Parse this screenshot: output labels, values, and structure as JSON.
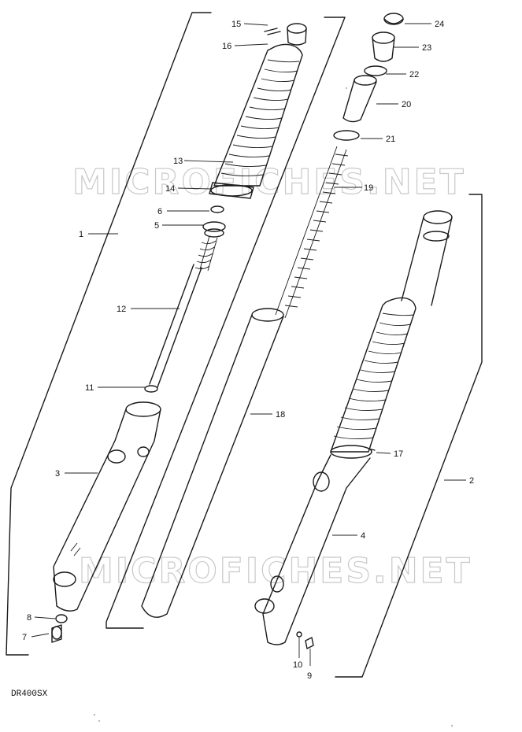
{
  "watermark": "MICROFICHES.NET",
  "caption": "DR400SX",
  "callouts": [
    "1",
    "2",
    "3",
    "4",
    "5",
    "6",
    "7",
    "8",
    "9",
    "10",
    "11",
    "12",
    "13",
    "14",
    "15",
    "16",
    "17",
    "18",
    "19",
    "20",
    "21",
    "22",
    "23",
    "24"
  ]
}
